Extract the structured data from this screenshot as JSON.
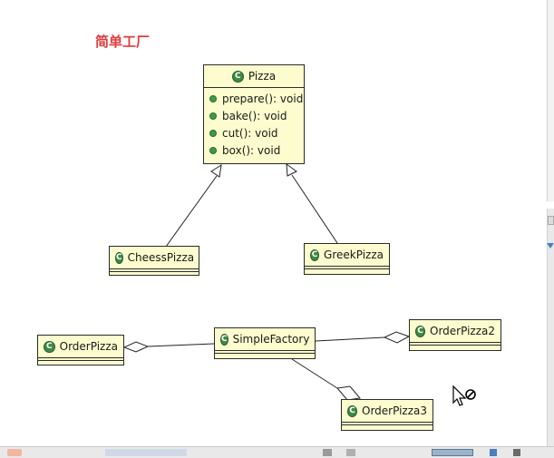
{
  "title": "简单工厂",
  "icon_letter": "C",
  "colors": {
    "class_fill": "#fcfcce",
    "title": "#e23b3b",
    "icon": "#3f8a47"
  },
  "classes": {
    "pizza": {
      "name": "Pizza",
      "methods": [
        "prepare(): void",
        "bake(): void",
        "cut(): void",
        "box(): void"
      ]
    },
    "cheess": {
      "name": "CheessPizza"
    },
    "greek": {
      "name": "GreekPizza"
    },
    "order": {
      "name": "OrderPizza"
    },
    "simple": {
      "name": "SimpleFactory"
    },
    "order2": {
      "name": "OrderPizza2"
    },
    "order3": {
      "name": "OrderPizza3"
    }
  },
  "relations": [
    {
      "from": "CheessPizza",
      "to": "Pizza",
      "type": "generalization"
    },
    {
      "from": "GreekPizza",
      "to": "Pizza",
      "type": "generalization"
    },
    {
      "from": "SimpleFactory",
      "to": "OrderPizza",
      "type": "aggregation"
    },
    {
      "from": "SimpleFactory",
      "to": "OrderPizza2",
      "type": "aggregation"
    },
    {
      "from": "SimpleFactory",
      "to": "OrderPizza3",
      "type": "aggregation"
    }
  ],
  "cursor_icon": "arrow-with-no-entry-cursor"
}
